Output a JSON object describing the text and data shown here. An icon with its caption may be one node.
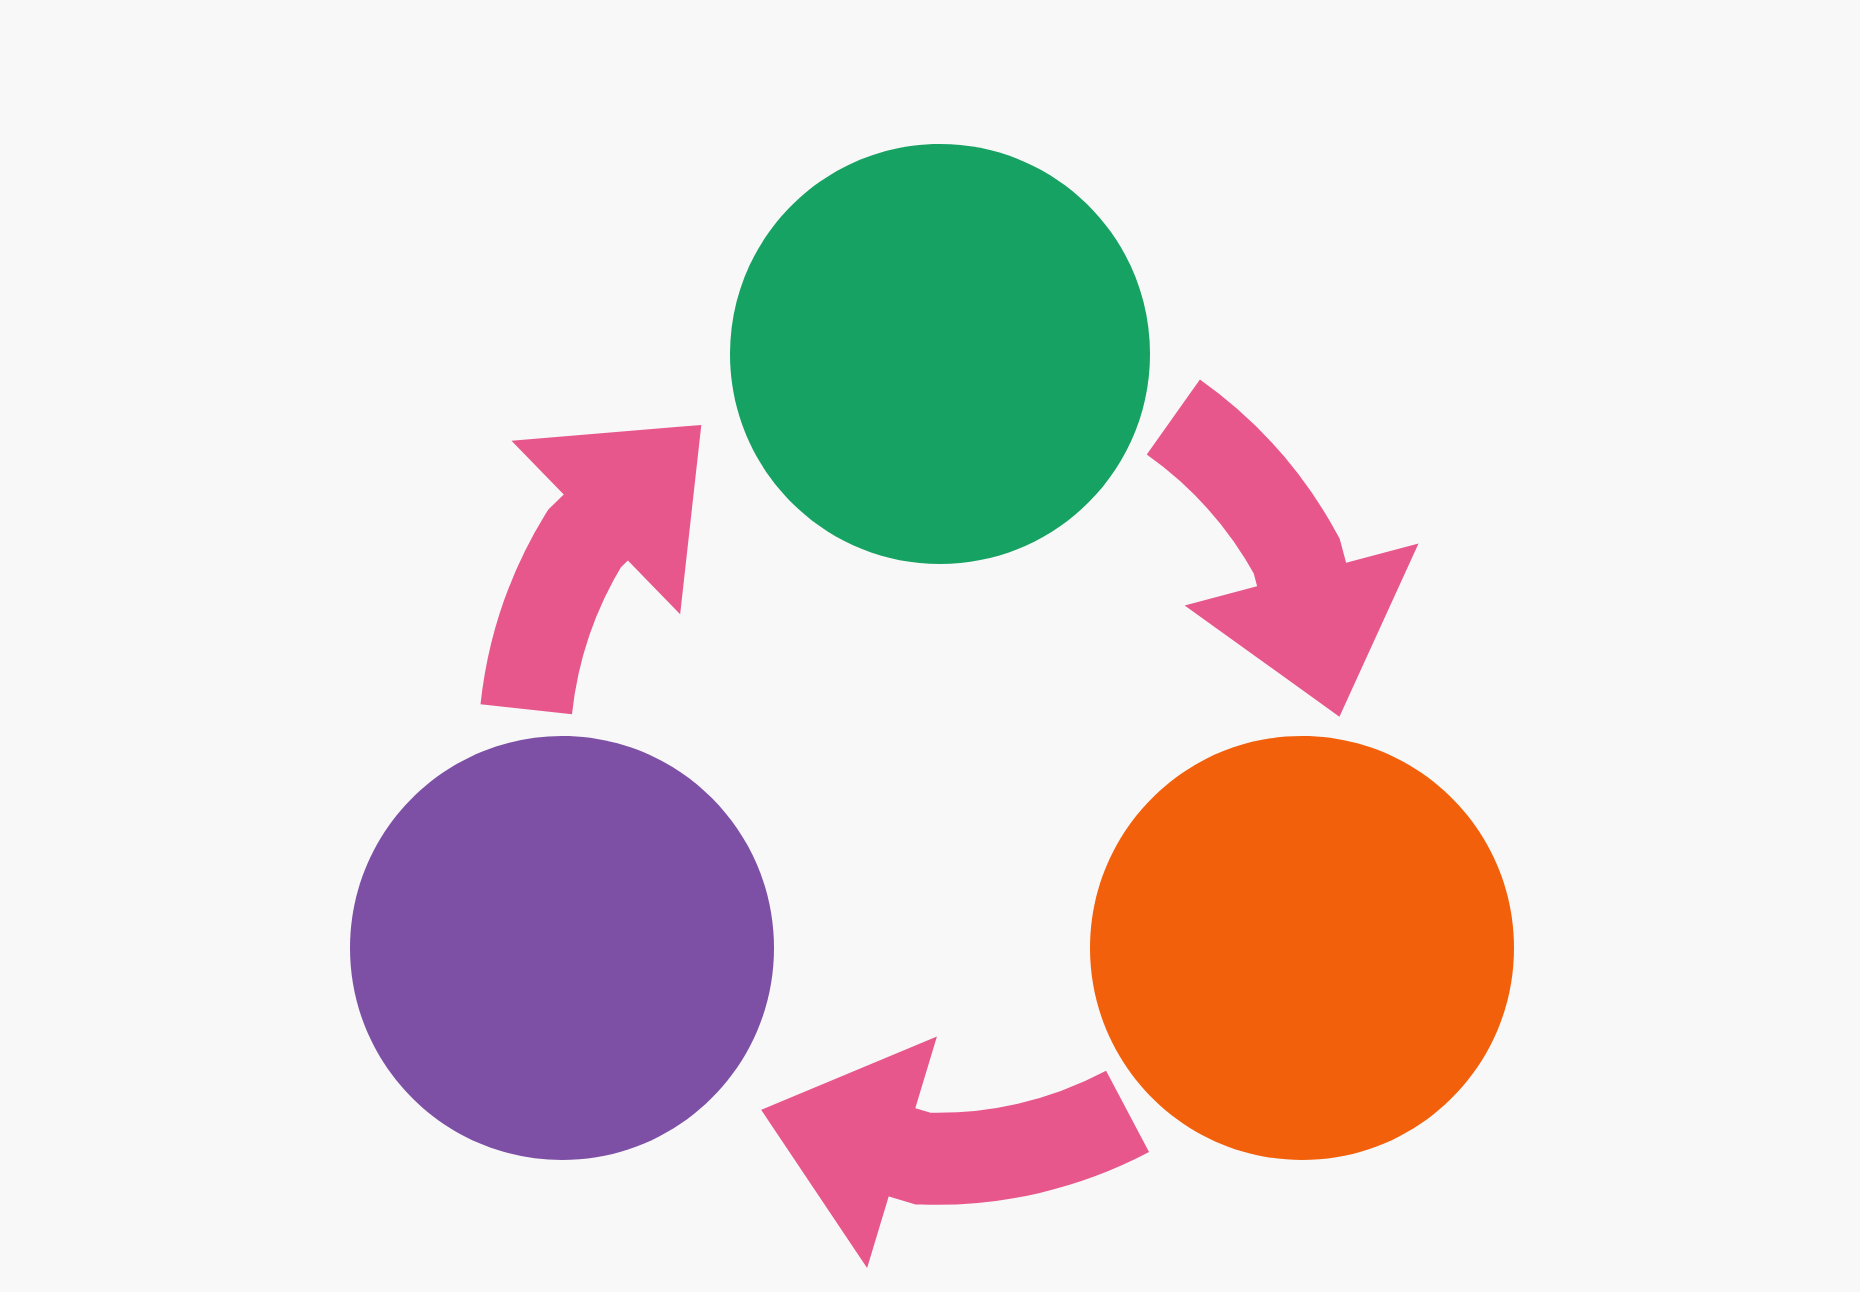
{
  "diagram": {
    "nodes": [
      {
        "text": [],
        "shape": "circle"
      },
      {
        "text": [],
        "shape": "circle"
      },
      {
        "text": [],
        "shape": "circle"
      }
    ],
    "edges": [
      {
        "from": 0,
        "to": 2,
        "arrow": "to"
      },
      {
        "from": 2,
        "to": 1,
        "arrow": "to"
      },
      {
        "from": 1,
        "to": 0,
        "arrow": "to"
      }
    ]
  }
}
